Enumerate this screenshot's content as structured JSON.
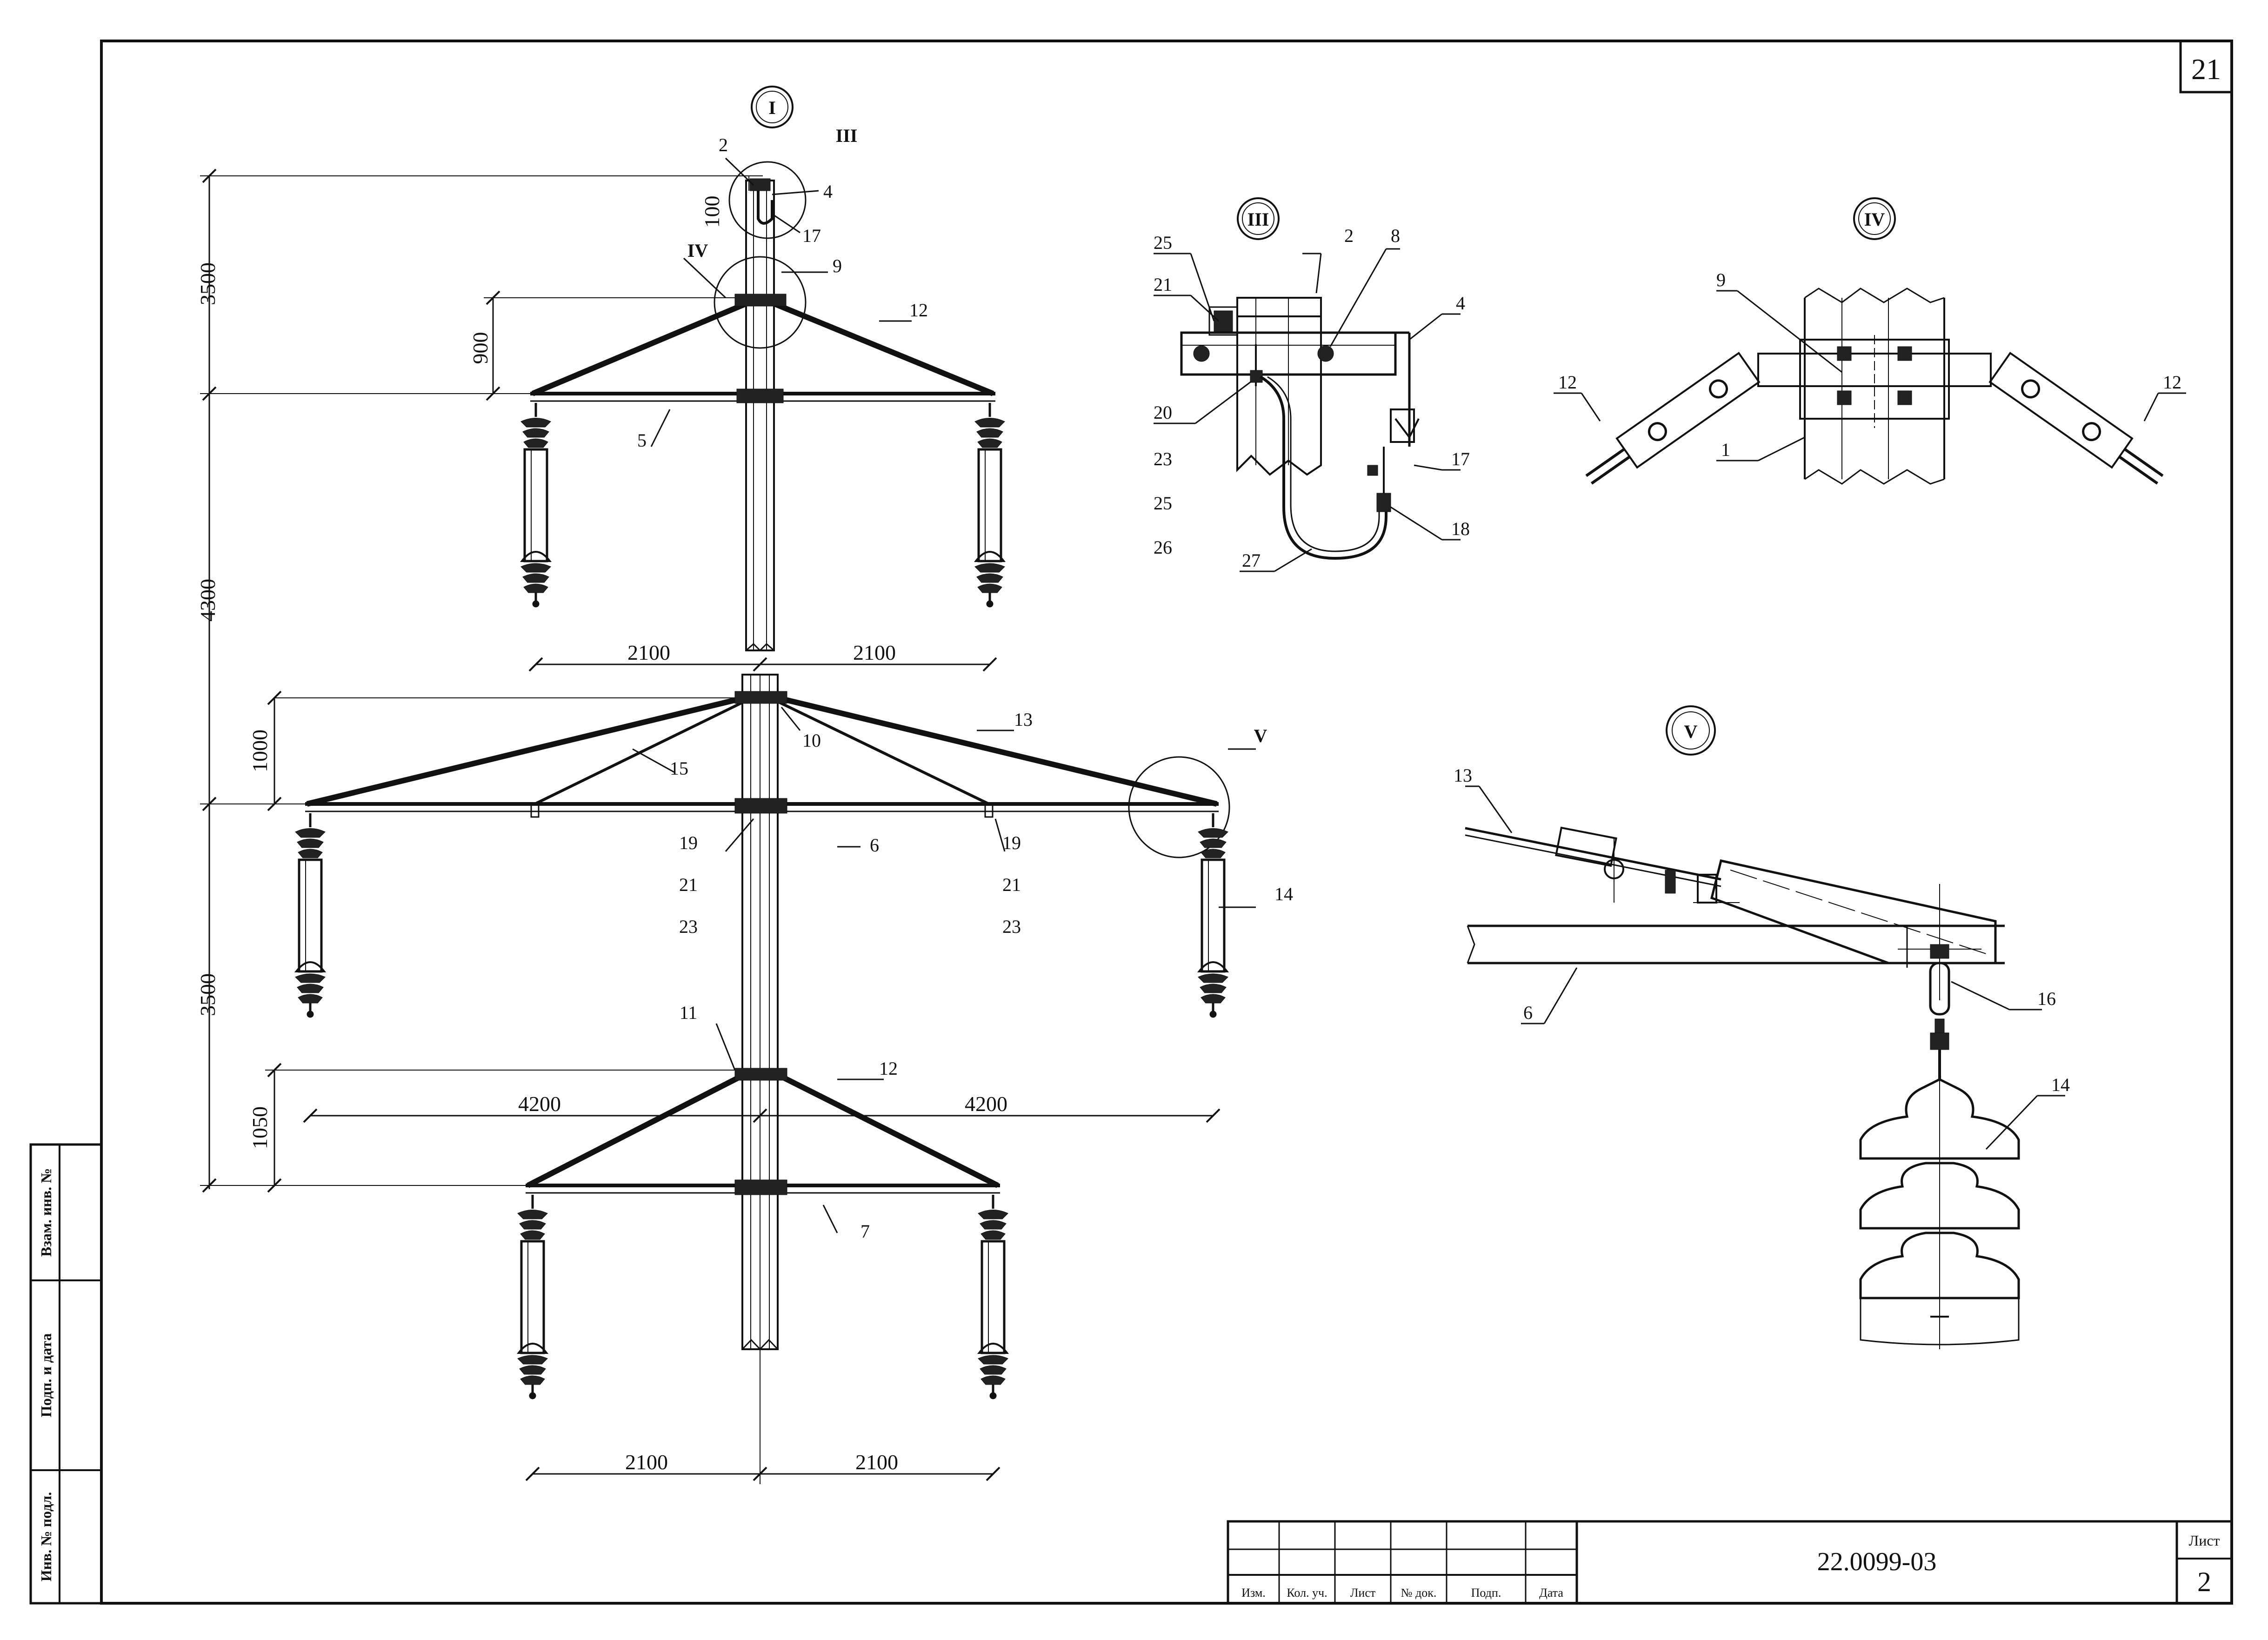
{
  "sheet_number": "21",
  "title_block": {
    "designation": "22.0099-03",
    "sheet_label": "Лист",
    "sheet_value": "2",
    "columns": [
      "Изм.",
      "Кол. уч.",
      "Лист",
      "№ док.",
      "Подп.",
      "Дата"
    ]
  },
  "side_stamp": {
    "inv_no": "Инв. № подл.",
    "sign_date": "Подп. и дата",
    "replace_inv": "Взам. инв. №"
  },
  "views": {
    "main": "I",
    "detail_3": "III",
    "detail_4": "IV",
    "detail_5": "V"
  },
  "dimensions": {
    "h3500_top": "3500",
    "h100": "100",
    "h900": "900",
    "h4300": "4300",
    "h1000": "1000",
    "h3500_bottom": "3500",
    "h1050": "1050",
    "w2100_top_l": "2100",
    "w2100_top_r": "2100",
    "w4200_l": "4200",
    "w4200_r": "4200",
    "w2100_bot_l": "2100",
    "w2100_bot_r": "2100"
  },
  "callouts": {
    "main": [
      "2",
      "4",
      "17",
      "9",
      "12",
      "5",
      "13",
      "15",
      "10",
      "6",
      "19",
      "21",
      "23",
      "19",
      "21",
      "23",
      "14",
      "11",
      "12",
      "7"
    ],
    "detail_3": [
      "25",
      "2",
      "21",
      "8",
      "4",
      "20",
      "23",
      "25",
      "26",
      "17",
      "18",
      "27"
    ],
    "detail_4": [
      "9",
      "12",
      "12",
      "1"
    ],
    "detail_5": [
      "13",
      "6",
      "16",
      "14"
    ]
  }
}
